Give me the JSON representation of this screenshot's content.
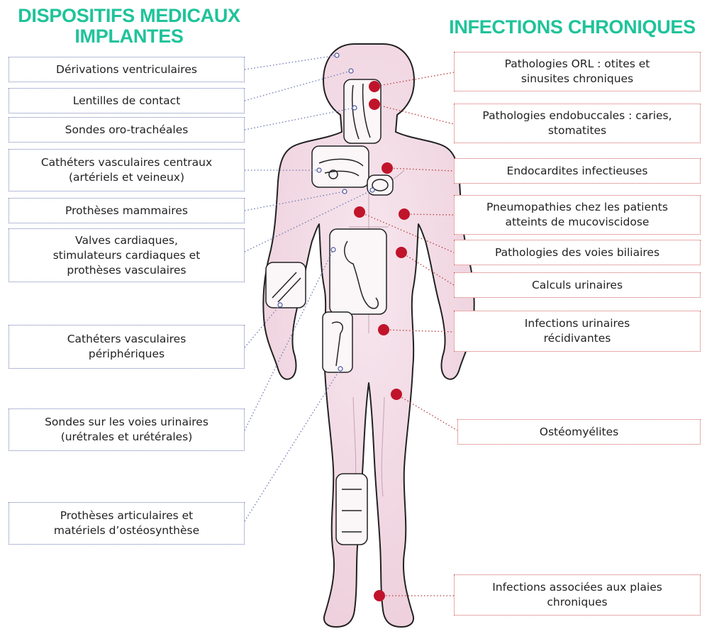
{
  "titles": {
    "left": "DISPOSITIFS MEDICAUX IMPLANTES",
    "right": "INFECTIONS CHRONIQUES"
  },
  "devices": [
    {
      "label": "Dérivations ventriculaires"
    },
    {
      "label": "Lentilles de contact"
    },
    {
      "label": "Sondes oro-trachéales"
    },
    {
      "label": "Cathéters vasculaires centraux\n(artériels et veineux)"
    },
    {
      "label": "Prothèses mammaires"
    },
    {
      "label": "Valves cardiaques,\nstimulateurs cardiaques et\nprothèses vasculaires"
    },
    {
      "label": "Cathéters vasculaires\npériphériques"
    },
    {
      "label": "Sondes sur les voies urinaires\n(urétrales et urétérales)"
    },
    {
      "label": "Prothèses articulaires et\nmatériels d’ostéosynthèse"
    }
  ],
  "infections": [
    {
      "label": "Pathologies ORL : otites et\nsinusites chroniques"
    },
    {
      "label": "Pathologies endobuccales : caries,\nstomatites"
    },
    {
      "label": "Endocardites infectieuses"
    },
    {
      "label": "Pneumopathies chez les patients\natteints de mucoviscidose"
    },
    {
      "label": "Pathologies des voies biliaires"
    },
    {
      "label": "Calculs urinaires"
    },
    {
      "label": "Infections urinaires\nrécidivantes"
    },
    {
      "label": "Ostéomyélites"
    },
    {
      "label": "Infections associées aux plaies\nchroniques"
    }
  ],
  "colors": {
    "heading": "#1fc39a",
    "device_connector": "#6c78b4",
    "infection_connector": "#b83a3a",
    "infection_dot": "#c0142b",
    "body_fill": "#f3dde6"
  }
}
